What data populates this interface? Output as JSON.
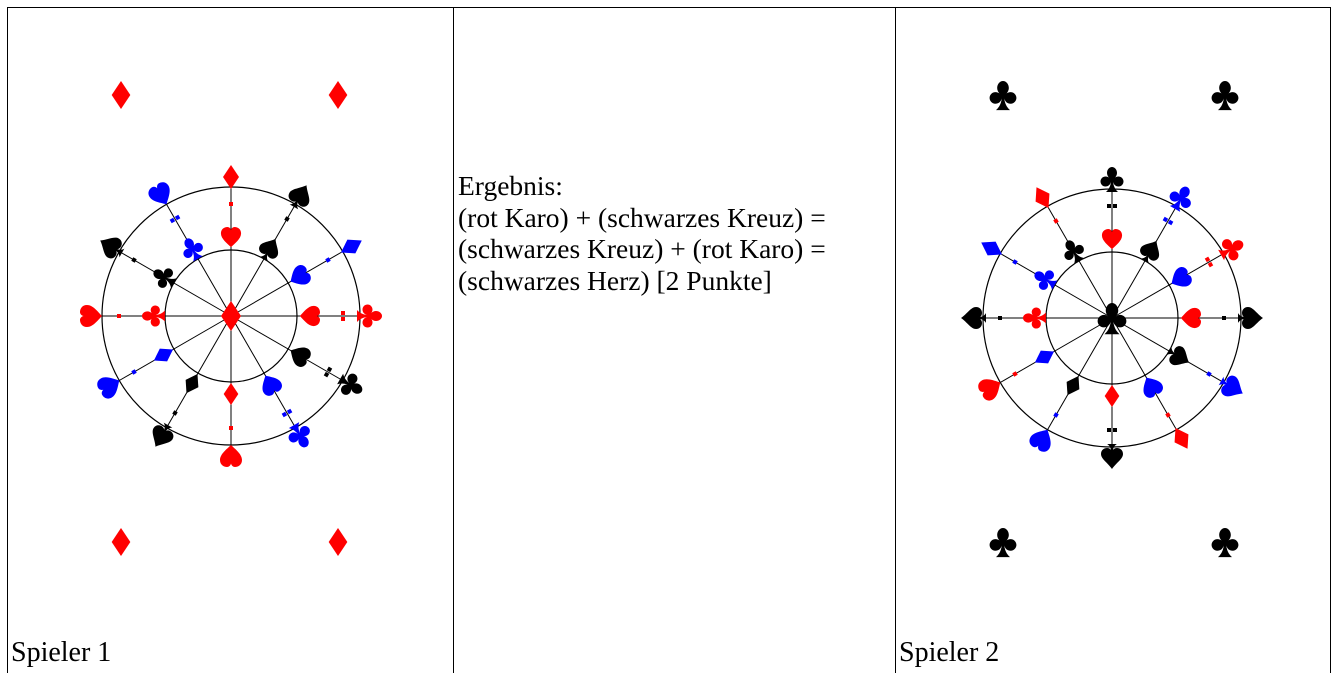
{
  "colors": {
    "red": "#ff0000",
    "black": "#000000",
    "blue": "#0000ff"
  },
  "player1": {
    "label": "Spieler 1",
    "corner_suit": "diamond",
    "corner_color": "red",
    "center_suit": "diamond",
    "center_color": "red",
    "spokes": [
      {
        "outer": "diamond",
        "outer_color": "red",
        "inner": "heart",
        "inner_color": "red",
        "pips": 1,
        "pip_color": "red"
      },
      {
        "outer": "spade",
        "outer_color": "black",
        "inner": "spade",
        "inner_color": "black",
        "pips": 1,
        "pip_color": "black"
      },
      {
        "outer": "diamond",
        "outer_color": "blue",
        "inner": "heart",
        "inner_color": "blue",
        "pips": 1,
        "pip_color": "blue"
      },
      {
        "outer": "club",
        "outer_color": "red",
        "inner": "heart",
        "inner_color": "red",
        "pips": 2,
        "pip_color": "red"
      },
      {
        "outer": "club",
        "outer_color": "black",
        "inner": "heart",
        "inner_color": "black",
        "pips": 2,
        "pip_color": "black"
      },
      {
        "outer": "club",
        "outer_color": "blue",
        "inner": "heart",
        "inner_color": "blue",
        "pips": 2,
        "pip_color": "blue"
      },
      {
        "outer": "heart",
        "outer_color": "red",
        "inner": "diamond",
        "inner_color": "red",
        "pips": 1,
        "pip_color": "red"
      },
      {
        "outer": "spade",
        "outer_color": "black",
        "inner": "diamond",
        "inner_color": "black",
        "pips": 1,
        "pip_color": "black"
      },
      {
        "outer": "heart",
        "outer_color": "blue",
        "inner": "diamond",
        "inner_color": "blue",
        "pips": 1,
        "pip_color": "blue"
      },
      {
        "outer": "heart",
        "outer_color": "red",
        "inner": "club",
        "inner_color": "red",
        "pips": 1,
        "pip_color": "red"
      },
      {
        "outer": "spade",
        "outer_color": "black",
        "inner": "club",
        "inner_color": "black",
        "pips": 1,
        "pip_color": "black"
      },
      {
        "outer": "heart",
        "outer_color": "blue",
        "inner": "club",
        "inner_color": "blue",
        "pips": 2,
        "pip_color": "blue"
      }
    ]
  },
  "result": {
    "lines": [
      "Ergebnis:",
      "(rot Karo) + (schwarzes Kreuz) =",
      "(schwarzes Kreuz) + (rot Karo) =",
      "(schwarzes Herz) [2 Punkte]"
    ]
  },
  "player2": {
    "label": "Spieler 2",
    "corner_suit": "club",
    "corner_color": "black",
    "center_suit": "club",
    "center_color": "black",
    "spokes": [
      {
        "outer": "club",
        "outer_color": "black",
        "inner": "heart",
        "inner_color": "red",
        "pips": 2,
        "pip_color": "black"
      },
      {
        "outer": "club",
        "outer_color": "blue",
        "inner": "spade",
        "inner_color": "black",
        "pips": 2,
        "pip_color": "blue"
      },
      {
        "outer": "club",
        "outer_color": "red",
        "inner": "heart",
        "inner_color": "blue",
        "pips": 2,
        "pip_color": "red"
      },
      {
        "outer": "spade",
        "outer_color": "black",
        "inner": "heart",
        "inner_color": "red",
        "pips": 1,
        "pip_color": "black"
      },
      {
        "outer": "spade",
        "outer_color": "blue",
        "inner": "spade",
        "inner_color": "black",
        "pips": 1,
        "pip_color": "blue"
      },
      {
        "outer": "diamond",
        "outer_color": "red",
        "inner": "heart",
        "inner_color": "blue",
        "pips": 1,
        "pip_color": "red"
      },
      {
        "outer": "spade",
        "outer_color": "black",
        "inner": "diamond",
        "inner_color": "red",
        "pips": 2,
        "pip_color": "black"
      },
      {
        "outer": "heart",
        "outer_color": "blue",
        "inner": "diamond",
        "inner_color": "black",
        "pips": 1,
        "pip_color": "blue"
      },
      {
        "outer": "heart",
        "outer_color": "red",
        "inner": "diamond",
        "inner_color": "blue",
        "pips": 1,
        "pip_color": "red"
      },
      {
        "outer": "spade",
        "outer_color": "black",
        "inner": "club",
        "inner_color": "red",
        "pips": 1,
        "pip_color": "black"
      },
      {
        "outer": "diamond",
        "outer_color": "blue",
        "inner": "club",
        "inner_color": "blue",
        "pips": 1,
        "pip_color": "blue"
      },
      {
        "outer": "diamond",
        "outer_color": "red",
        "inner": "club",
        "inner_color": "black",
        "pips": 1,
        "pip_color": "red"
      }
    ]
  }
}
